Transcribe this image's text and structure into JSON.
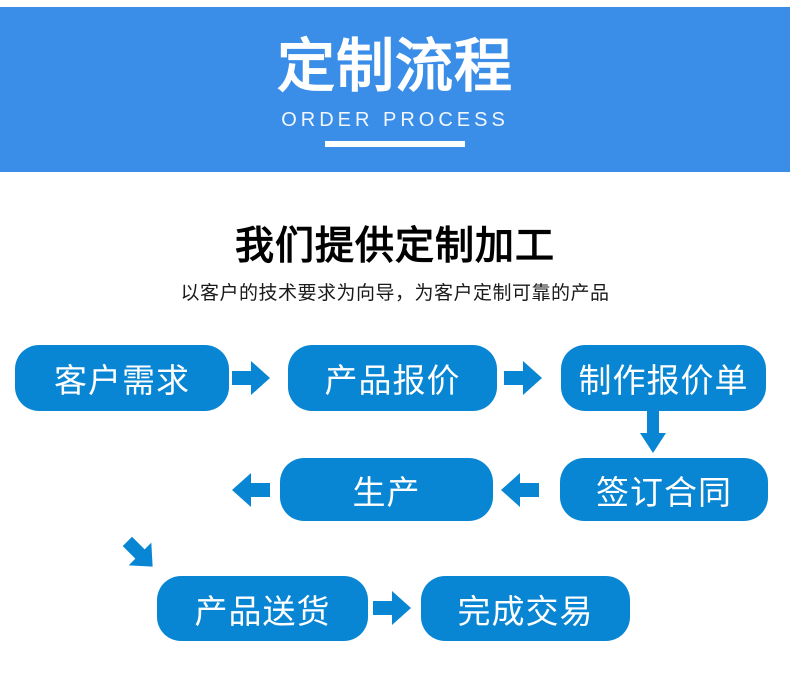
{
  "banner": {
    "title": "定制流程",
    "subtitle": "ORDER PROCESS"
  },
  "intro": {
    "heading": "我们提供定制加工",
    "subheading": "以客户的技术要求为向导，为客户定制可靠的产品"
  },
  "flowchart": {
    "nodes": [
      {
        "label": "客户需求"
      },
      {
        "label": "产品报价"
      },
      {
        "label": "制作报价单"
      },
      {
        "label": "签订合同"
      },
      {
        "label": "生产"
      },
      {
        "label": "产品送货"
      },
      {
        "label": "完成交易"
      }
    ],
    "connections": [
      {
        "from": "客户需求",
        "to": "产品报价",
        "direction": "right"
      },
      {
        "from": "产品报价",
        "to": "制作报价单",
        "direction": "right"
      },
      {
        "from": "制作报价单",
        "to": "签订合同",
        "direction": "down"
      },
      {
        "from": "签订合同",
        "to": "生产",
        "direction": "left"
      },
      {
        "from": "生产",
        "to": "产品送货",
        "direction": "down-left"
      },
      {
        "from": "产品送货",
        "to": "完成交易",
        "direction": "right"
      }
    ]
  },
  "colors": {
    "banner_bg": "#3a8ee8",
    "node_bg": "#0986d3",
    "arrow": "#0986d3",
    "banner_text": "#ffffff",
    "node_text": "#ffffff"
  }
}
